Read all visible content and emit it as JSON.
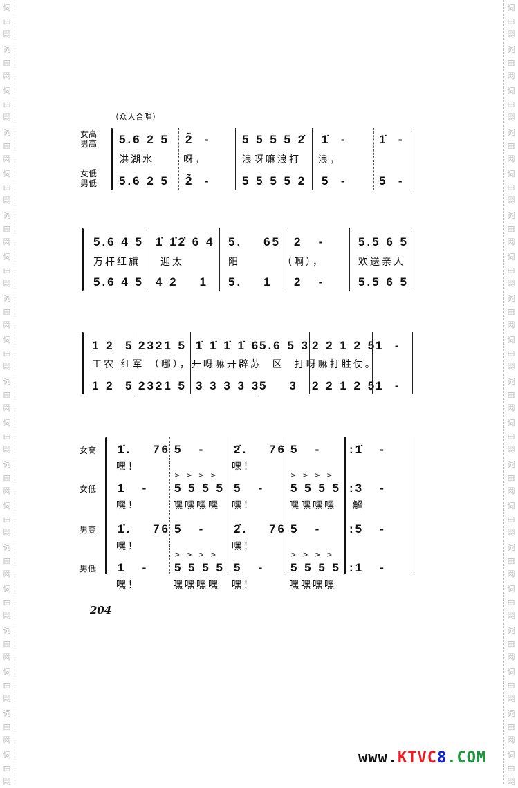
{
  "watermark": "词曲网",
  "chorus_note": "（众人合唱）",
  "s1": {
    "label_top": [
      "女高",
      "男高"
    ],
    "label_bottom": [
      "女低",
      "男低"
    ],
    "upper": [
      "5.6 2 5",
      "2̃  -",
      "5 5 5 5 2̇",
      "1̇  -",
      "1̇  -"
    ],
    "lyrics": [
      "洪湖水",
      "呀，",
      "浪呀嘛浪打",
      "浪，"
    ],
    "lower": [
      "5.6 2 5",
      "2̃  -",
      "5 5 5 5 2",
      "5  -",
      "5  -"
    ]
  },
  "s2": {
    "upper": [
      "5.6 4 5",
      "1̇ 1̇2̇ 6 4",
      "5.    65",
      "2   -",
      "5.5 6 5"
    ],
    "lyrics": [
      "万杆红旗",
      "迎太",
      "阳",
      "（啊），",
      "欢送亲人"
    ],
    "lower": [
      "5.6 4 5",
      "4 2    1",
      "5.    1",
      "2   -",
      "5.5 6 5"
    ]
  },
  "s3": {
    "upper": [
      "1 2  5",
      "2321 5",
      "1̇ 1̇ 1̇ 1̇ 6",
      "5.6 5 3",
      "2 2 1 2 5",
      "1  -"
    ],
    "lyrics": "工农 红军 （哪），开呀嘛开辟苏  区  打呀嘛打胜仗。",
    "lower": [
      "1 2  5",
      "2321 5",
      "3 3 3 3 3",
      "5    3",
      "2 2 1 2 5",
      "1  -"
    ]
  },
  "s4": {
    "staves": [
      {
        "label": "女高",
        "notes": [
          "1̇.    76",
          "5   -",
          "2̇.    76",
          "5   -",
          ":1̇   -"
        ],
        "lyrics": [
          "嘿！",
          "嘿！"
        ]
      },
      {
        "label": "女低",
        "notes": [
          "1   -",
          "5 5 5 5",
          "5   -",
          "5 5 5 5",
          ":3   -"
        ],
        "lyrics": [
          "嘿！",
          "嘿嘿嘿嘿",
          "嘿！",
          "嘿嘿嘿嘿",
          "解"
        ]
      },
      {
        "label": "男高",
        "notes": [
          "1̇.    76",
          "5   -",
          "2̇.    76",
          "5   -",
          ":5   -"
        ],
        "lyrics": [
          "嘿！",
          "嘿！"
        ]
      },
      {
        "label": "男低",
        "notes": [
          "1   -",
          "5 5 5 5",
          "5   -",
          "5 5 5 5",
          ":1   -"
        ],
        "lyrics": [
          "嘿！",
          "嘿嘿嘿嘿",
          "嘿！",
          "嘿嘿嘿嘿"
        ]
      }
    ]
  },
  "page_number": "204",
  "site": {
    "parts": [
      {
        "text": "www.",
        "color": "#111111"
      },
      {
        "text": "KTVC",
        "color": "#ee1c24"
      },
      {
        "text": "8",
        "color": "#1020e0"
      },
      {
        "text": ".COM",
        "color": "#1a9a3a"
      }
    ]
  }
}
